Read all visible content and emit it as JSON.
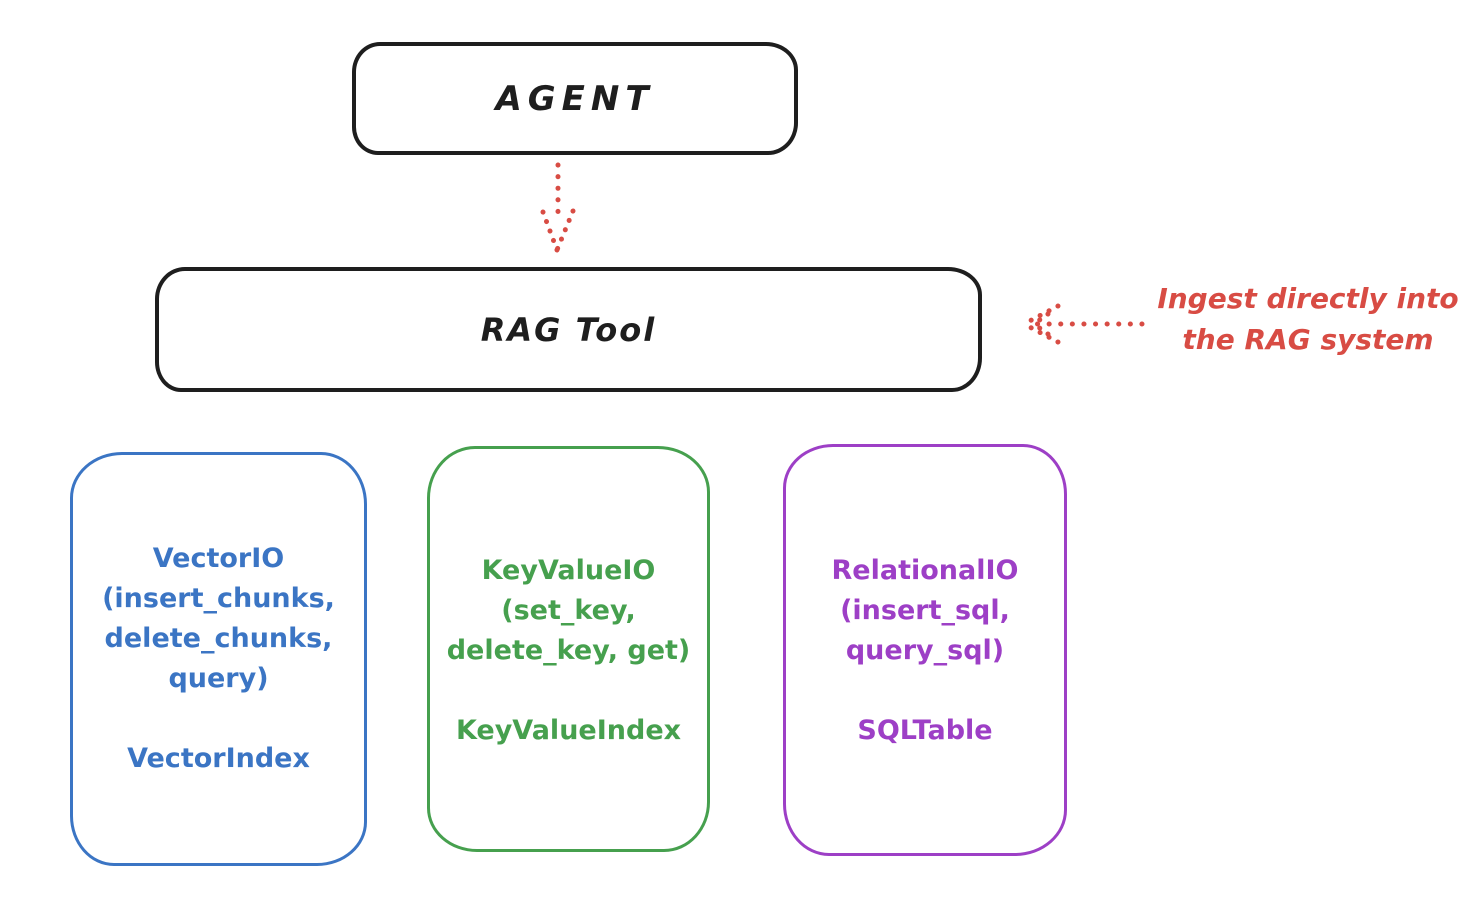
{
  "colors": {
    "background": "#ffffff",
    "ink": "#1e1e1e",
    "red": "#d84c44",
    "blue": "#3b75c4",
    "green": "#46a04e",
    "purple": "#9d3fc6"
  },
  "agent_box": {
    "label": "AGENT"
  },
  "rag_box": {
    "label": "RAG Tool"
  },
  "annotation": {
    "text": "Ingest directly into\nthe RAG system",
    "color": "#d84c44"
  },
  "arrows": [
    {
      "name": "agent-to-rag-tool",
      "style": "dotted",
      "color": "#d84c44",
      "direction": "down"
    },
    {
      "name": "annotation-to-rag-tool",
      "style": "dotted",
      "color": "#d84c44",
      "direction": "left"
    }
  ],
  "modules": [
    {
      "api": "VectorIO\n(insert_chunks,\ndelete_chunks,\nquery)",
      "index": "VectorIndex",
      "color": "#3b75c4"
    },
    {
      "api": "KeyValueIO\n(set_key,\ndelete_key, get)",
      "index": "KeyValueIndex",
      "color": "#46a04e"
    },
    {
      "api": "RelationalIO\n(insert_sql,\nquery_sql)",
      "index": "SQLTable",
      "color": "#9d3fc6"
    }
  ]
}
